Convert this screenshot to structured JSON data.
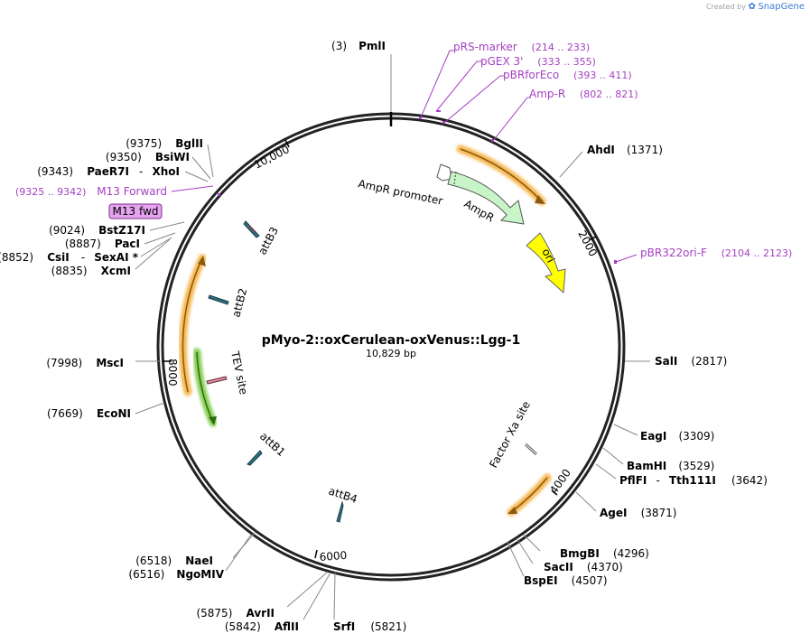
{
  "credit": {
    "prefix": "Created by",
    "brand": "SnapGene"
  },
  "plasmid": {
    "name": "pMyo-2::oxCerulean-oxVenus::Lgg-1",
    "size_label": "10,829 bp",
    "length": 10829
  },
  "ticks": [
    {
      "label": "2000",
      "pos": 2000
    },
    {
      "label": "4000",
      "pos": 4000
    },
    {
      "label": "6000",
      "pos": 6000
    },
    {
      "label": "8000",
      "pos": 8000
    },
    {
      "label": "10,000",
      "pos": 10000
    }
  ],
  "enzymes": [
    {
      "name": "PmlI",
      "pos_label": "(3)"
    },
    {
      "name": "AhdI",
      "pos_label": "(1371)"
    },
    {
      "name": "SalI",
      "pos_label": "(2817)"
    },
    {
      "name": "EagI",
      "pos_label": "(3309)"
    },
    {
      "name": "BamHI",
      "pos_label": "(3529)"
    },
    {
      "name": "PflFI",
      "name2": "Tth111I",
      "pos_label": "(3642)"
    },
    {
      "name": "AgeI",
      "pos_label": "(3871)"
    },
    {
      "name": "BmgBI",
      "pos_label": "(4296)"
    },
    {
      "name": "SacII",
      "pos_label": "(4370)"
    },
    {
      "name": "BspEI",
      "pos_label": "(4507)"
    },
    {
      "name": "SrfI",
      "pos_label": "(5821)"
    },
    {
      "name": "AflII",
      "pos_label": "(5842)"
    },
    {
      "name": "AvrII",
      "pos_label": "(5875)"
    },
    {
      "name": "NgoMIV",
      "pos_label": "(6516)"
    },
    {
      "name": "NaeI",
      "pos_label": "(6518)"
    },
    {
      "name": "EcoNI",
      "pos_label": "(7669)"
    },
    {
      "name": "MscI",
      "pos_label": "(7998)"
    },
    {
      "name": "XcmI",
      "pos_label": "(8835)"
    },
    {
      "name": "CsiI",
      "name2": "SexAI *",
      "pos_label": "(8852)"
    },
    {
      "name": "PacI",
      "pos_label": "(8887)"
    },
    {
      "name": "BstZ17I",
      "pos_label": "(9024)"
    },
    {
      "name": "PaeR7I",
      "name2": "XhoI",
      "pos_label": "(9343)"
    },
    {
      "name": "BsiWI",
      "pos_label": "(9350)"
    },
    {
      "name": "BglII",
      "pos_label": "(9375)"
    }
  ],
  "primers": [
    {
      "name": "pRS-marker",
      "range": "(214 .. 233)"
    },
    {
      "name": "pGEX 3'",
      "range": "(333 .. 355)"
    },
    {
      "name": "pBRforEco",
      "range": "(393 .. 411)"
    },
    {
      "name": "Amp-R",
      "range": "(802 .. 821)"
    },
    {
      "name": "pBR322ori-F",
      "range": "(2104 .. 2123)"
    },
    {
      "name": "M13 Forward",
      "range": "(9325 .. 9342)"
    }
  ],
  "primer_box": {
    "label": "M13 fwd"
  },
  "features": [
    {
      "label": "AmpR promoter"
    },
    {
      "label": "AmpR"
    },
    {
      "label": "ori"
    },
    {
      "label": "Factor Xa site"
    },
    {
      "label": "attB4"
    },
    {
      "label": "attB1"
    },
    {
      "label": "TEV site"
    },
    {
      "label": "attB2"
    },
    {
      "label": "attB3"
    }
  ],
  "colors": {
    "backbone": "#222222",
    "primer": "#a53fc4",
    "orf_orange": "#f5b041",
    "orf_green": "#7ac943",
    "ampr_fill": "#c8f5c8",
    "ori_fill": "#ffff00",
    "att_fill": "#2e6f80",
    "tev_fill": "#d58a9a"
  }
}
